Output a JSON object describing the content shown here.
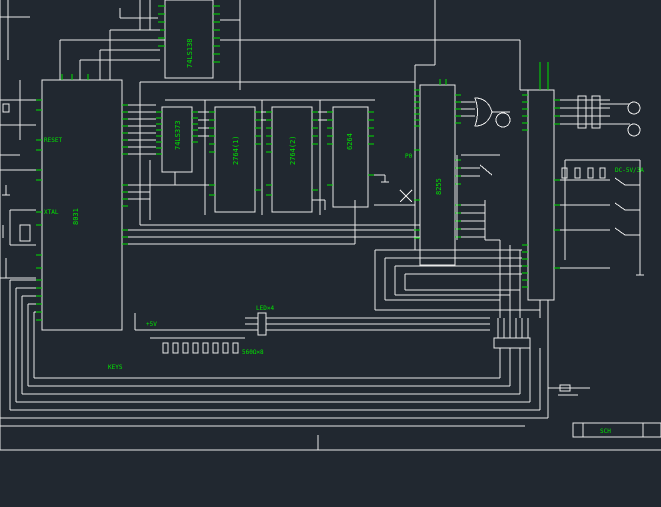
{
  "schematic": {
    "title": "单片机控制电路原理图",
    "chips": {
      "top_decoder": "74LS138",
      "cpu": "8031",
      "latch": "74LS373",
      "eprom": "2764(1)",
      "ram": "2764(2)",
      "io": "6264",
      "interface": "8255"
    },
    "labels": {
      "reset": "RESET",
      "crystal": "XTAL",
      "vcc": "+5V",
      "resistor_array": "560Ω×8",
      "led_array": "LED×4",
      "keypad": "KEYS",
      "bus_note": "P0",
      "relay": "DC-5V/3A",
      "title_block": "SCH"
    }
  }
}
